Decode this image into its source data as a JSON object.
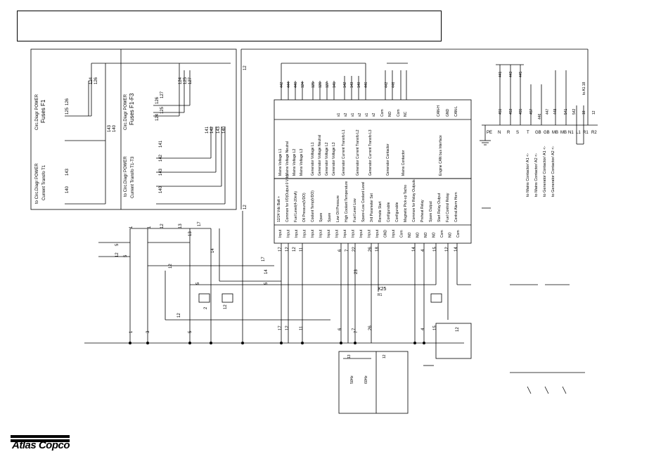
{
  "brand": {
    "name": "Atlas Copco"
  },
  "panels": {
    "fuses_title": "Circ.Diagr POWER",
    "fuses_sub": "Fuses F1",
    "fuses_sub_right": "Fuses F1-F3",
    "ct_title": "to Circ.Diagr POWER",
    "ct_sub": "Current Transfo T1",
    "ct_sub_right": "Current Transfo T1-T3"
  },
  "wire_numbers": {
    "fuse_pair_left": [
      "125",
      "126"
    ],
    "fuse_top_left": [
      "124",
      "126"
    ],
    "fuse_top_right": [
      "124",
      "125",
      "127"
    ],
    "fuse_pair_right": [
      "124",
      "125",
      "126",
      "127"
    ],
    "ct_left": [
      "143",
      "140"
    ],
    "ct_right": [
      "141",
      "142",
      "143",
      "140"
    ],
    "ct_terminal_left": [
      "143",
      "140"
    ],
    "ct_terminal_right": [
      "141",
      "142",
      "143",
      "140"
    ],
    "panel_12": "12",
    "top_row": [
      "442",
      "444",
      "446",
      "124",
      "125",
      "126",
      "127",
      "141",
      "142",
      "143",
      "140",
      "446",
      "442",
      "446"
    ],
    "right_top": [
      "441",
      "443",
      "445"
    ],
    "right_mid": [
      "451",
      "453",
      "455",
      "457",
      "446",
      "447",
      "448",
      "541",
      "542"
    ],
    "right_ab": [
      "18",
      "12"
    ],
    "right_to": "to A1.18"
  },
  "controller_inputs_top": [
    "Mains Voltage L1",
    "Mains Voltage Neutral",
    "Mains Voltage L2",
    "Mains Voltage L3",
    "Generator Voltage L1",
    "Generator Voltage Neutral",
    "Generator Voltage L2",
    "Generator Voltage L3",
    "Generator Current Transfo L1",
    "Generator Current Transfo L2",
    "Generator Current Transfo L3",
    "Generator Contactor",
    "Mains Contactor",
    "Engine CAN bus Interface"
  ],
  "controller_sub_top": [
    "s1",
    "s2",
    "s1",
    "s2",
    "s1",
    "s2",
    "Com",
    "NO",
    "Com",
    "NC",
    "CAN-H",
    "GND",
    "CAN-L"
  ],
  "controller_inputs_bottom": [
    "12/24 Vdc Batt +",
    "Common for I/O(Output 0 Vdc)",
    "Fuel Level(4-20mA)",
    "Oil Pressure(VDO)",
    "Coolant Temp(VDO)",
    "Spare",
    "Spare",
    "Low Oil Pressure",
    "High Coolant Temperature",
    "Fuel Level Low",
    "Spare+Low Coolant Level",
    "3rd Parameter Set",
    "Remote Start",
    "Configurable",
    "Configurable",
    "Magnetic Pick-up Tacho",
    "Common for Relay Outputs",
    "Preheat Relay",
    "Spare Output",
    "Start Relay Output",
    "Fuel Control Relay",
    "Central Alarm Horn"
  ],
  "controller_io_labels": [
    "Input",
    "Input",
    "Input",
    "Input",
    "Input",
    "Input",
    "Input",
    "Input",
    "Input",
    "Input",
    "Input",
    "Input",
    "Input",
    "GND",
    "Input",
    "Com",
    "NO",
    "NO",
    "NO",
    "NO",
    "Com",
    "NO",
    "Com"
  ],
  "bottom_terminals": [
    "17",
    "12",
    "12",
    "11",
    "6",
    "7",
    "22",
    "26",
    "18",
    "14",
    "4",
    "15",
    "12",
    "14"
  ],
  "bottom_wires": [
    "17",
    "12",
    "11",
    "6",
    "7",
    "26",
    "15",
    "4"
  ],
  "right_terminal_labels": [
    "PE",
    "N",
    "R",
    "S",
    "T",
    "GB",
    "GB",
    "MB",
    "MB",
    "N1",
    "L1",
    "R1",
    "R2"
  ],
  "right_notes": [
    "to Mains Contactor/ A1 <-",
    "to Mains Contactor/ A2 <-",
    "to Generator Contactor/ A1 <-",
    "to Generator Contactor/ A2 <-"
  ],
  "left_wire_numbers": [
    "1",
    "1",
    "12",
    "13",
    "17",
    "13",
    "5",
    "12",
    "5",
    "12",
    "14",
    "17",
    "14",
    "5",
    "5",
    "2",
    "12",
    "1",
    "3",
    "5",
    "23",
    "12",
    "7"
  ],
  "x25_label": "X25",
  "r1_label": "R1",
  "switch_box": {
    "labels": [
      "13",
      "12",
      "50Hz",
      "60Hz"
    ]
  },
  "small_box_label": "12"
}
